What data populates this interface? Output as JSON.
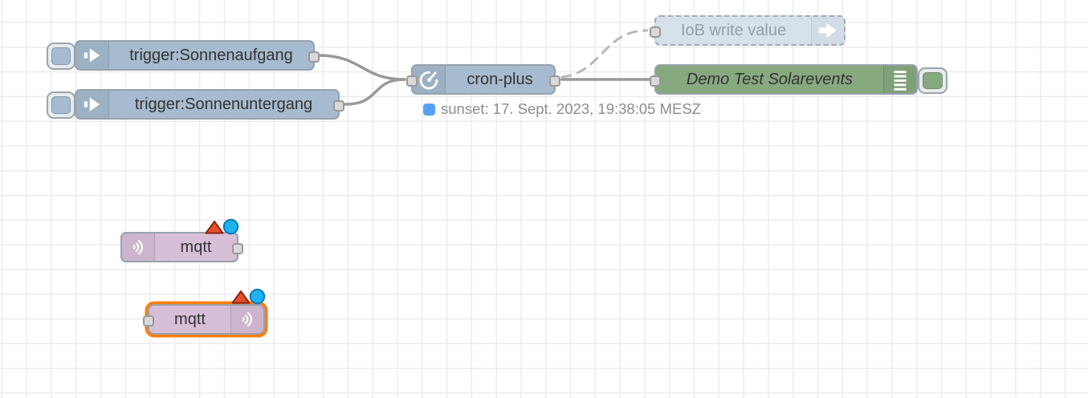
{
  "workspace": {
    "background_color": "#ffffff",
    "grid_color": "#ececec",
    "wire_color": "#999999",
    "disabled_wire_color": "#b8b8b8",
    "selection_color": "#ff7f0e"
  },
  "nodes": {
    "inject_sunrise": {
      "label": "trigger:Sonnenaufgang",
      "color": "#a6bbcf",
      "icon": "inject-arrow-icon"
    },
    "inject_sunset": {
      "label": "trigger:Sonnenuntergang",
      "color": "#a6bbcf",
      "icon": "inject-arrow-icon"
    },
    "cron_plus": {
      "label": "cron-plus",
      "color": "#a6bbcf",
      "icon": "timer-icon",
      "status": {
        "text": "sunset: 17. Sept. 2023, 19:38:05 MESZ",
        "shape": "dot",
        "color": "#569ff7",
        "text_color": "#8c8c8c"
      }
    },
    "iob_write": {
      "label": "IoB write value",
      "color": "#d6e1ec",
      "icon": "arrow-right-icon",
      "disabled": true
    },
    "debug_solarevents": {
      "label": "Demo Test Solarevents",
      "color": "#87a980",
      "icon": "debug-list-icon"
    },
    "mqtt_in": {
      "label": "mqtt",
      "color": "#d8bfd8",
      "icon": "signal-waves-icon",
      "badges": [
        "error-triangle-icon",
        "changed-dot-icon"
      ]
    },
    "mqtt_out": {
      "label": "mqtt",
      "color": "#d8bfd8",
      "icon": "signal-waves-icon",
      "badges": [
        "error-triangle-icon",
        "changed-dot-icon"
      ],
      "selected": true
    }
  },
  "badges": {
    "error_triangle_color": "#e6502d",
    "error_triangle_border": "#8f2410",
    "changed_dot_color": "#1fb1f0",
    "changed_dot_border": "#0c7ab3"
  }
}
